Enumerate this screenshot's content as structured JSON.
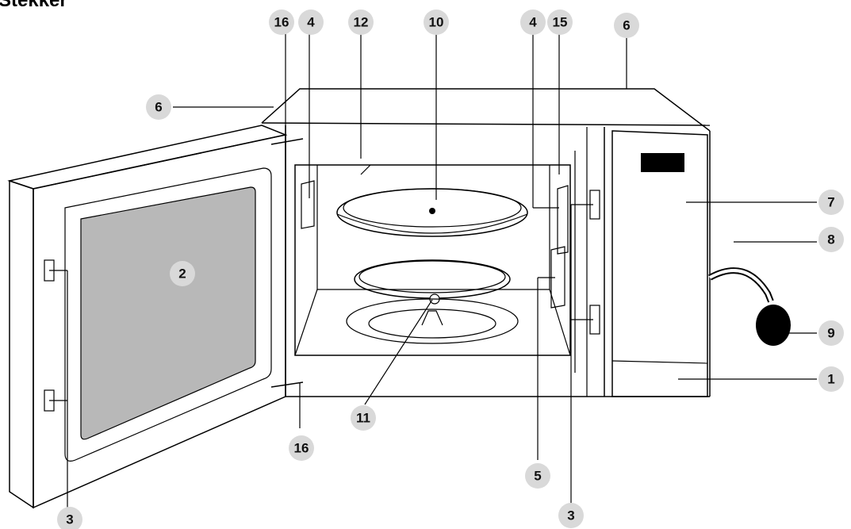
{
  "title": "Stekker",
  "labels": {
    "door_window": "2",
    "door_latch_left": "3",
    "door_latch_right": "3",
    "waveguide_left": "4",
    "waveguide_right": "4",
    "waveguide_lower": "5",
    "housing_left": "6",
    "housing_right": "6",
    "control_panel": "7",
    "power_cord": "8",
    "plug": "9",
    "glass_tray": "10",
    "roller_ring": "11",
    "grill_element": "12",
    "cavity_light": "15",
    "hinge_top": "16",
    "hinge_bottom": "16",
    "door_release": "1"
  },
  "colors": {
    "callout_bg": "#d9d9d9",
    "window_gray": "#b8b8b8",
    "line": "#000000"
  }
}
